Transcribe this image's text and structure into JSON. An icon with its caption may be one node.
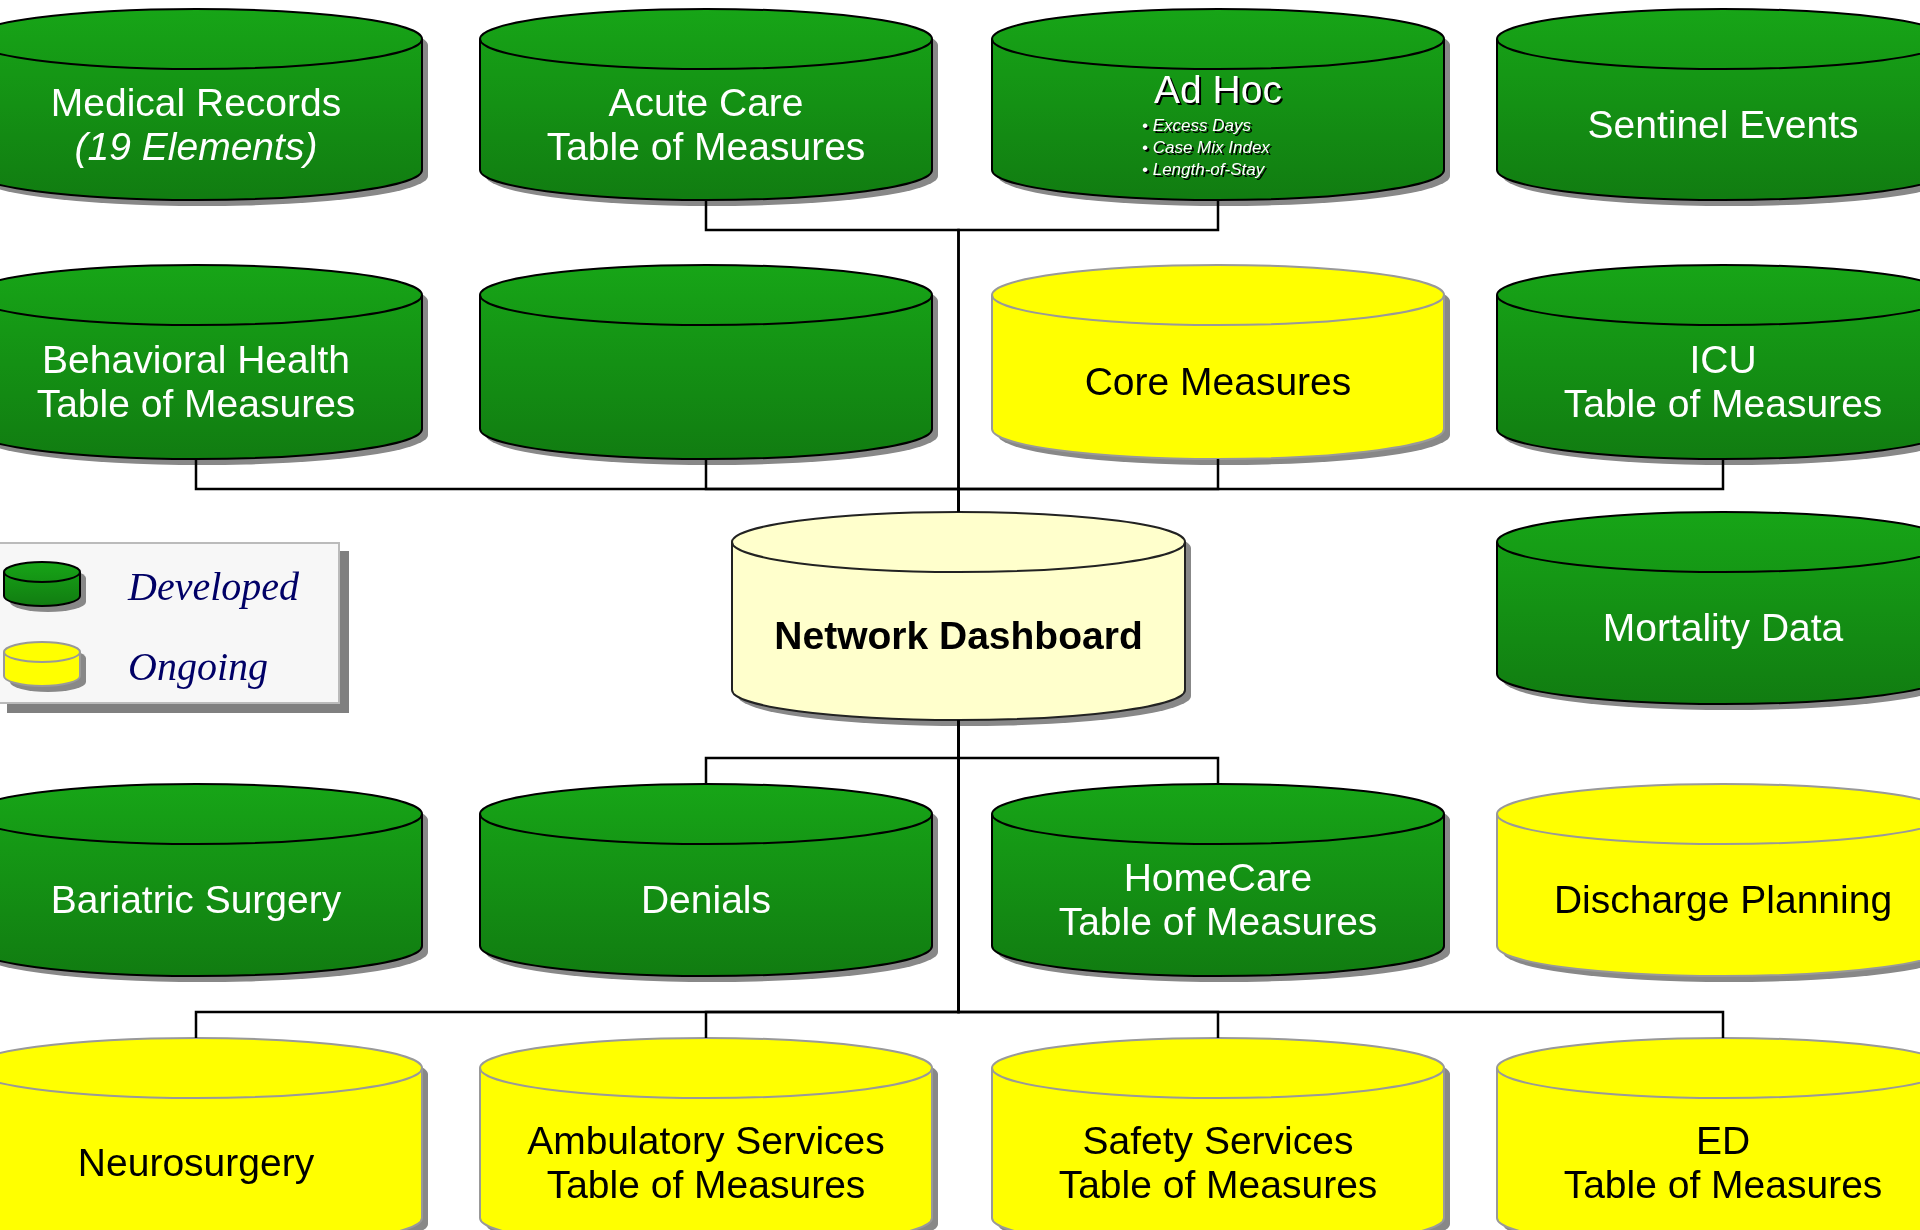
{
  "diagram": {
    "nodes": [
      {
        "text": [
          "Medical Records",
          "*(19 Elements)*"
        ]
      },
      {
        "text": [
          "Acute Care Table of Measures"
        ]
      },
      {
        "text": [
          "Ad Hoc",
          "• Excess Days",
          "• Case Mix Index",
          "• Length-of-Stay"
        ]
      },
      {
        "text": [
          "Sentinel Events"
        ]
      },
      {
        "text": [
          "Behavioral Health Table of Measures"
        ]
      },
      {
        "text": [],
        "shape": "cylinder"
      },
      {
        "text": [
          "Core Measures"
        ]
      },
      {
        "text": [
          "ICU Table of Measures"
        ]
      },
      {
        "text": [
          "Network Dashboard"
        ]
      },
      {
        "text": [
          "Mortality Data"
        ]
      },
      {
        "text": [
          "Bariatric Surgery"
        ]
      },
      {
        "text": [
          "Denials"
        ]
      },
      {
        "text": [
          "HomeCare Table of Measures"
        ]
      },
      {
        "text": [
          "Discharge Planning"
        ]
      },
      {
        "text": [
          "Neurosurgery"
        ]
      },
      {
        "text": [
          "Ambulatory Services Table of Measures"
        ]
      },
      {
        "text": [
          "Safety Services Table of Measures"
        ]
      },
      {
        "text": [
          "ED Table of Measures"
        ]
      }
    ],
    "edges": [
      {
        "from": 1,
        "to": 8,
        "arrow": "none"
      },
      {
        "from": 2,
        "to": 8,
        "arrow": "none"
      },
      {
        "from": 4,
        "to": 8,
        "arrow": "none"
      },
      {
        "from": 5,
        "to": 8,
        "arrow": "none"
      },
      {
        "from": 6,
        "to": 8,
        "arrow": "none"
      },
      {
        "from": 7,
        "to": 8,
        "arrow": "none"
      },
      {
        "from": 8,
        "to": 11,
        "arrow": "none"
      },
      {
        "from": 8,
        "to": 12,
        "arrow": "none"
      },
      {
        "from": 8,
        "to": 14,
        "arrow": "none"
      },
      {
        "from": 8,
        "to": 15,
        "arrow": "none"
      },
      {
        "from": 8,
        "to": 16,
        "arrow": "none"
      },
      {
        "from": 8,
        "to": 17,
        "arrow": "none"
      }
    ],
    "legend": [
      {
        "text": "Developed",
        "color": "#138a13"
      },
      {
        "text": "Ongoing",
        "color": "#ffff00"
      }
    ]
  }
}
